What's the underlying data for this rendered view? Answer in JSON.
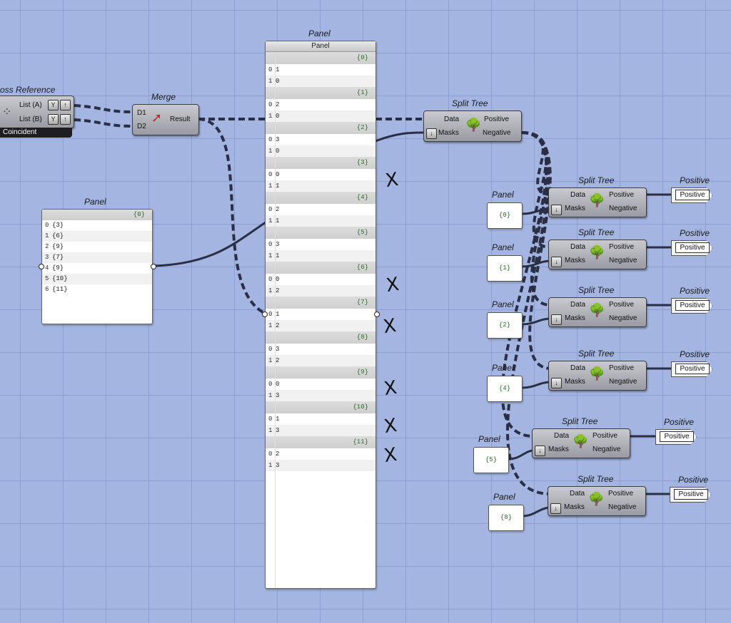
{
  "canvas": {
    "background": "#a3b5e0",
    "grid_color": "#8b9fd2"
  },
  "cross_reference": {
    "title": "oss Reference",
    "inputs": [
      "List (A)",
      "List (B)"
    ],
    "mode_label": "Coincident"
  },
  "merge": {
    "title": "Merge",
    "inputs": [
      "D1",
      "D2"
    ],
    "output": "Result"
  },
  "main_panel": {
    "title": "Panel",
    "header": "Panel",
    "branches": [
      {
        "path": "{0}",
        "items": [
          {
            "i": "0",
            "v": "1"
          },
          {
            "i": "1",
            "v": "0"
          }
        ]
      },
      {
        "path": "{1}",
        "items": [
          {
            "i": "0",
            "v": "2"
          },
          {
            "i": "1",
            "v": "0"
          }
        ]
      },
      {
        "path": "{2}",
        "items": [
          {
            "i": "0",
            "v": "3"
          },
          {
            "i": "1",
            "v": "0"
          }
        ]
      },
      {
        "path": "{3}",
        "items": [
          {
            "i": "0",
            "v": "0"
          },
          {
            "i": "1",
            "v": "1"
          }
        ]
      },
      {
        "path": "{4}",
        "items": [
          {
            "i": "0",
            "v": "2"
          },
          {
            "i": "1",
            "v": "1"
          }
        ]
      },
      {
        "path": "{5}",
        "items": [
          {
            "i": "0",
            "v": "3"
          },
          {
            "i": "1",
            "v": "1"
          }
        ]
      },
      {
        "path": "{6}",
        "items": [
          {
            "i": "0",
            "v": "0"
          },
          {
            "i": "1",
            "v": "2"
          }
        ]
      },
      {
        "path": "{7}",
        "items": [
          {
            "i": "0",
            "v": "1"
          },
          {
            "i": "1",
            "v": "2"
          }
        ]
      },
      {
        "path": "{8}",
        "items": [
          {
            "i": "0",
            "v": "3"
          },
          {
            "i": "1",
            "v": "2"
          }
        ]
      },
      {
        "path": "{9}",
        "items": [
          {
            "i": "0",
            "v": "0"
          },
          {
            "i": "1",
            "v": "3"
          }
        ]
      },
      {
        "path": "{10}",
        "items": [
          {
            "i": "0",
            "v": "1"
          },
          {
            "i": "1",
            "v": "3"
          }
        ]
      },
      {
        "path": "{11}",
        "items": [
          {
            "i": "0",
            "v": "2"
          },
          {
            "i": "1",
            "v": "3"
          }
        ]
      }
    ]
  },
  "left_panel": {
    "title": "Panel",
    "path": "{0}",
    "items": [
      {
        "i": "0",
        "v": "{3}"
      },
      {
        "i": "1",
        "v": "{6}"
      },
      {
        "i": "2",
        "v": "{9}"
      },
      {
        "i": "3",
        "v": "{7}"
      },
      {
        "i": "4",
        "v": "{9}"
      },
      {
        "i": "5",
        "v": "{10}"
      },
      {
        "i": "6",
        "v": "{11}"
      }
    ]
  },
  "split_tree_main": {
    "title": "Split Tree",
    "inputs": [
      "Data",
      "Masks"
    ],
    "outputs": [
      "Positive",
      "Negative"
    ]
  },
  "split_rows": [
    {
      "panel_title": "Panel",
      "mask": "{0}",
      "split_title": "Split Tree",
      "inputs": [
        "Data",
        "Masks"
      ],
      "outputs": [
        "Positive",
        "Negative"
      ],
      "relay_title": "Positive",
      "relay_label": "Positive"
    },
    {
      "panel_title": "Panel",
      "mask": "{1}",
      "split_title": "Split Tree",
      "inputs": [
        "Data",
        "Masks"
      ],
      "outputs": [
        "Positive",
        "Negative"
      ],
      "relay_title": "Positive",
      "relay_label": "Positive"
    },
    {
      "panel_title": "Panel",
      "mask": "{2}",
      "split_title": "Split Tree",
      "inputs": [
        "Data",
        "Masks"
      ],
      "outputs": [
        "Positive",
        "Negative"
      ],
      "relay_title": "Positive",
      "relay_label": "Positive"
    },
    {
      "panel_title": "Panel",
      "mask": "{4}",
      "split_title": "Split Tree",
      "inputs": [
        "Data",
        "Masks"
      ],
      "outputs": [
        "Positive",
        "Negative"
      ],
      "relay_title": "Positive",
      "relay_label": "Positive"
    },
    {
      "panel_title": "Panel",
      "mask": "{5}",
      "split_title": "Split Tree",
      "inputs": [
        "Data",
        "Masks"
      ],
      "outputs": [
        "Positive",
        "Negative"
      ],
      "relay_title": "Positive",
      "relay_label": "Positive"
    },
    {
      "panel_title": "Panel",
      "mask": "{8}",
      "split_title": "Split Tree",
      "inputs": [
        "Data",
        "Masks"
      ],
      "outputs": [
        "Positive",
        "Negative"
      ],
      "relay_title": "Positive",
      "relay_label": "Positive"
    }
  ],
  "annotations": {
    "cross_mark": "X"
  }
}
